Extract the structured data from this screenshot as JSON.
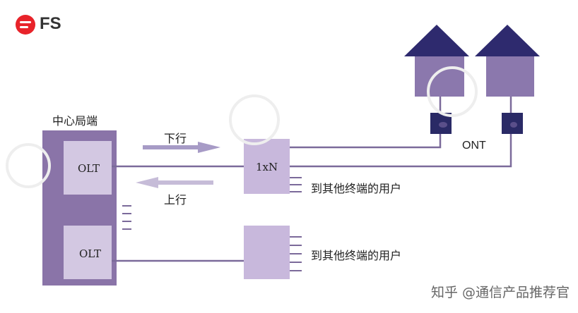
{
  "brand": {
    "name": "FS",
    "color": "#e8232a"
  },
  "central_office": {
    "label": "中心局端"
  },
  "olt_top": {
    "label": "OLT"
  },
  "olt_bottom": {
    "label": "OLT"
  },
  "splitter": {
    "label": "1xN"
  },
  "arrows": {
    "downstream": "下行",
    "upstream": "上行"
  },
  "ont": {
    "label": "ONT"
  },
  "other_users_top": "到其他终端的用户",
  "other_users_bottom": "到其他终端的用户",
  "watermark": "知乎 @通信产品推荐官",
  "colors": {
    "rack": "#8a74a8",
    "olt_box": "#d3c8e2",
    "splitter": "#c8b8dc",
    "line": "#7b6a9a",
    "house_roof": "#2e2a6e",
    "house_body": "#8b78ad",
    "ont_box": "#2a2a66",
    "arrow": "#a79bc6"
  }
}
